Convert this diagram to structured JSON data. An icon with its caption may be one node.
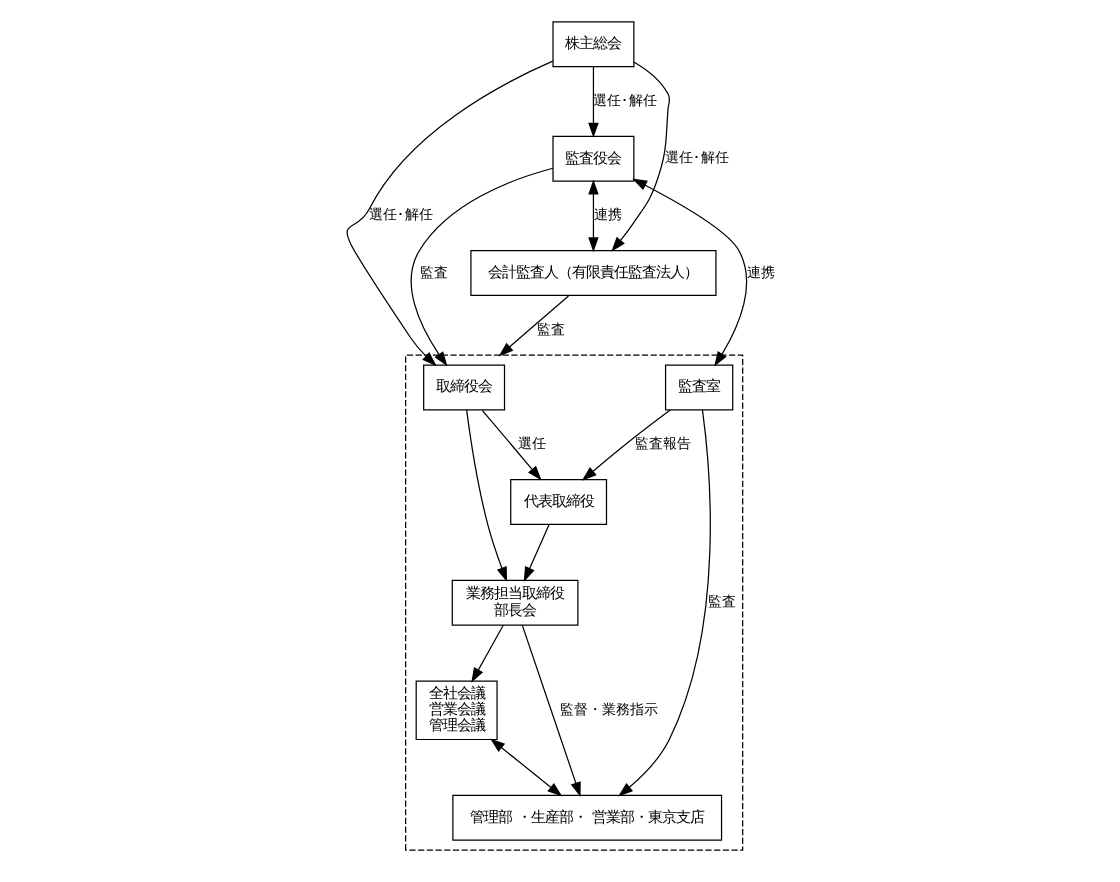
{
  "diagram": {
    "nodes": [
      {
        "text": [
          "株主総会"
        ]
      },
      {
        "text": [],
        "shape": "box"
      },
      {
        "text": [
          "取締役会"
        ],
        "in": 1
      },
      {
        "text": [
          "代表取締役"
        ],
        "in": 1
      },
      {
        "text": [
          "業務担当取締役",
          "部長会"
        ],
        "in": 1
      },
      {
        "text": [
          "全社会議",
          "営業会議",
          "管理会議"
        ],
        "in": 1
      },
      {
        "text": [
          "監査室"
        ],
        "in": 1
      },
      {
        "text": [
          "管理部 ・生産部・ 営業部・東京支店"
        ],
        "in": 1
      },
      {
        "text": [
          "監査役会"
        ]
      },
      {
        "text": [
          "会計監査人（有限責任監査法人）"
        ]
      }
    ],
    "edges": [
      {
        "from": 0,
        "to": 2,
        "arrow": "to",
        "label": "選任･解任"
      },
      {
        "from": 0,
        "to": 8,
        "arrow": "to",
        "label": "選任･解任"
      },
      {
        "from": 0,
        "to": 9,
        "arrow": "to",
        "label": "選任･解任"
      },
      {
        "from": 8,
        "to": 2,
        "arrow": "to",
        "label": "監査"
      },
      {
        "from": 8,
        "to": 9,
        "arrow": "both",
        "label": "連携"
      },
      {
        "from": 2,
        "to": 3,
        "arrow": "to",
        "label": "選任"
      },
      {
        "from": 2,
        "to": 4,
        "arrow": "to"
      },
      {
        "from": 3,
        "to": 4,
        "arrow": "to"
      },
      {
        "from": 6,
        "to": 3,
        "arrow": "to",
        "label": "監査報告"
      },
      {
        "from": 8,
        "to": 6,
        "arrow": "both",
        "label": "連携"
      },
      {
        "from": 4,
        "to": 5,
        "arrow": "to"
      },
      {
        "from": 5,
        "to": 7,
        "arrow": "both"
      },
      {
        "from": 4,
        "to": 7,
        "arrow": "to",
        "label": "監督・業務指示"
      },
      {
        "from": 6,
        "to": 7,
        "arrow": "to",
        "label": "監査"
      },
      {
        "from": 9,
        "to": 1,
        "arrow": "to",
        "label": "監査"
      }
    ]
  }
}
